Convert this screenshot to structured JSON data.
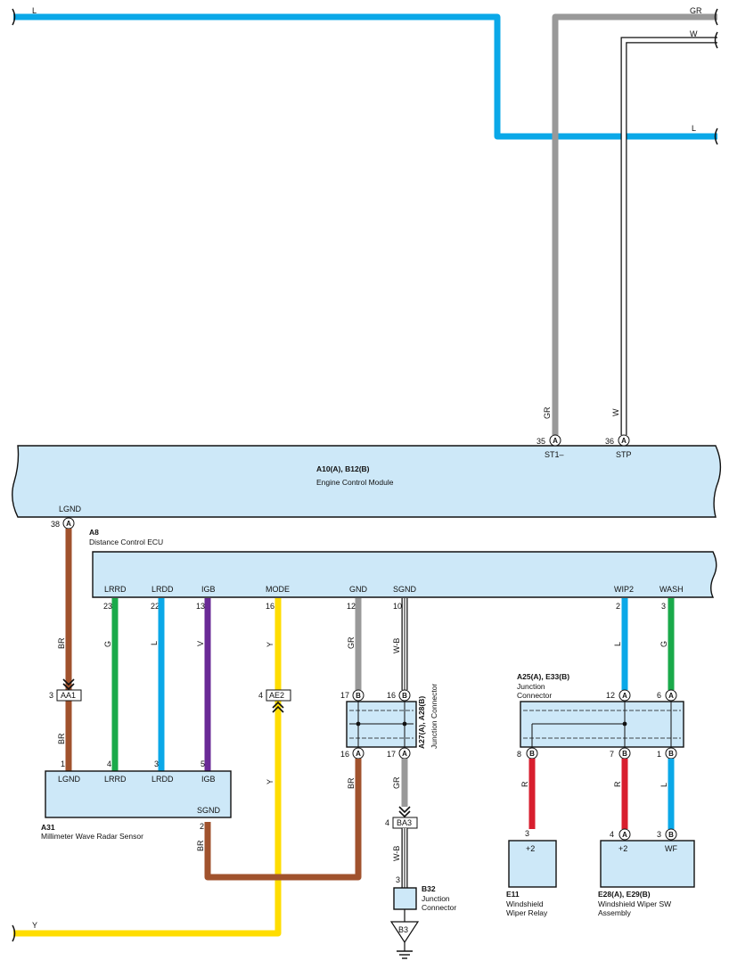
{
  "colors": {
    "L": "#0aa8e8",
    "GR": "#999999",
    "W": "#ffffff",
    "BR": "#a0522d",
    "G": "#1aaa4a",
    "V": "#6a2a96",
    "Y": "#ffdd00",
    "R": "#d81e2e",
    "box_fill": "#cde8f8"
  },
  "top_wires": {
    "l_left": "L",
    "gr_right": "GR",
    "w_right": "W",
    "l_right": "L",
    "y_bottom": "Y"
  },
  "ecm": {
    "title": "A10(A), B12(B)",
    "subtitle": "Engine Control Module",
    "pin_st1": {
      "num": "35",
      "conn": "A",
      "name": "ST1–",
      "wire": "GR"
    },
    "pin_stp": {
      "num": "36",
      "conn": "A",
      "name": "STP",
      "wire": "W"
    },
    "pin_lgnd": {
      "num": "38",
      "conn": "A",
      "name": "LGND"
    }
  },
  "dcecu": {
    "id": "A8",
    "name": "Distance Control ECU",
    "pins": [
      {
        "key": "lrrd",
        "name": "LRRD",
        "num": "23",
        "wire": "G"
      },
      {
        "key": "lrdd",
        "name": "LRDD",
        "num": "22",
        "wire": "L"
      },
      {
        "key": "igb",
        "name": "IGB",
        "num": "13",
        "wire": "V"
      },
      {
        "key": "mode",
        "name": "MODE",
        "num": "16",
        "wire": "Y"
      },
      {
        "key": "gnd",
        "name": "GND",
        "num": "12",
        "wire": "GR"
      },
      {
        "key": "sgnd",
        "name": "SGND",
        "num": "10",
        "wire": "W-B"
      },
      {
        "key": "wip2",
        "name": "WIP2",
        "num": "2",
        "wire": "L"
      },
      {
        "key": "wash",
        "name": "WASH",
        "num": "3",
        "wire": "G"
      }
    ]
  },
  "wire_br": "BR",
  "aa1": {
    "label": "AA1",
    "num": "3"
  },
  "ae2": {
    "label": "AE2",
    "num": "4"
  },
  "radar": {
    "id": "A31",
    "name": "Millimeter Wave Radar Sensor",
    "pins": [
      "LGND",
      "LRRD",
      "LRDD",
      "IGB"
    ],
    "nums": [
      "1",
      "4",
      "3",
      "5"
    ],
    "sgnd": "SGND",
    "sgnd_num": "2"
  },
  "jc_a27": {
    "title": "A27(A), A28(B)",
    "subtitle": "Junction Connector",
    "top_left": {
      "num": "17",
      "conn": "B"
    },
    "top_right": {
      "num": "16",
      "conn": "B"
    },
    "bot_left": {
      "num": "16",
      "conn": "A"
    },
    "bot_right": {
      "num": "17",
      "conn": "A"
    }
  },
  "ba3": {
    "label": "BA3",
    "num": "4"
  },
  "b32": {
    "id": "B32",
    "name1": "Junction",
    "name2": "Connector",
    "num": "3"
  },
  "b3": {
    "label": "B3"
  },
  "jc_a25": {
    "title": "A25(A), E33(B)",
    "name1": "Junction",
    "name2": "Connector",
    "top_l": {
      "num": "12",
      "conn": "A"
    },
    "top_r": {
      "num": "6",
      "conn": "A"
    },
    "b1": {
      "num": "8",
      "conn": "B"
    },
    "b2": {
      "num": "7",
      "conn": "B"
    },
    "b3": {
      "num": "1",
      "conn": "B"
    }
  },
  "e11": {
    "id": "E11",
    "name1": "Windshield",
    "name2": "Wiper Relay",
    "num": "3",
    "pin": "+2"
  },
  "e28": {
    "id": "E28(A), E29(B)",
    "name1": "Windshield Wiper SW",
    "name2": "Assembly",
    "p1": {
      "num": "4",
      "conn": "A",
      "name": "+2"
    },
    "p2": {
      "num": "3",
      "conn": "B",
      "name": "WF"
    }
  }
}
